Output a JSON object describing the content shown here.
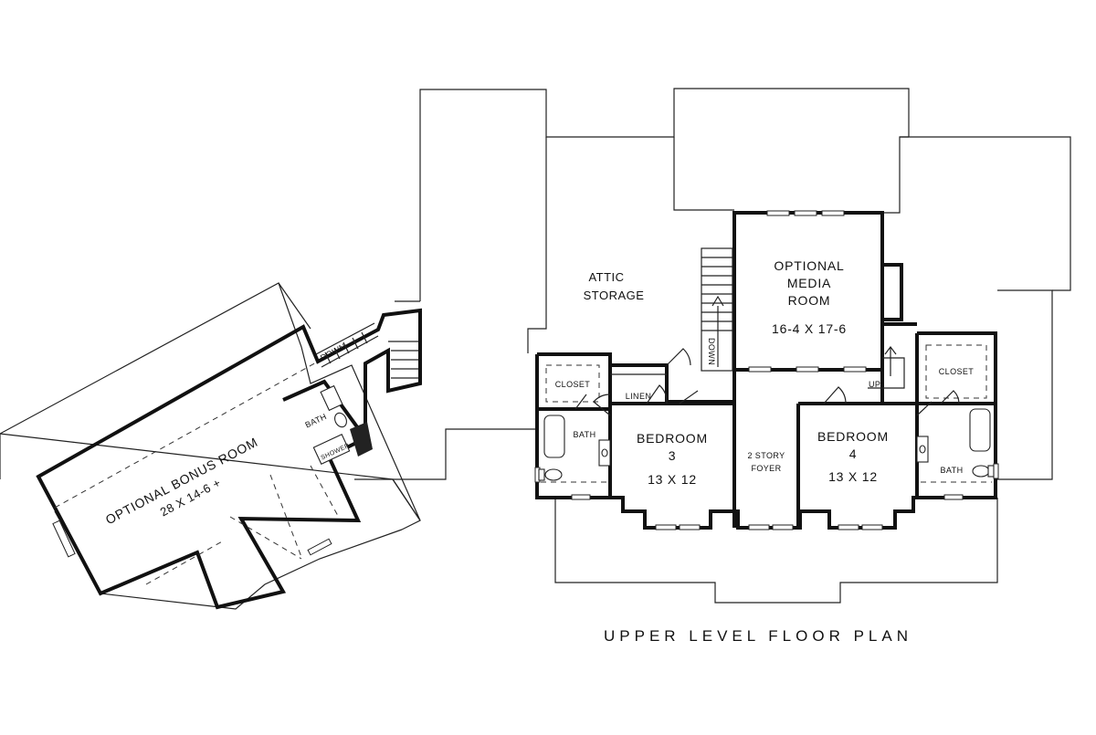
{
  "plan_title": "UPPER LEVEL FLOOR PLAN",
  "rooms": {
    "bonus_room": {
      "name": "OPTIONAL BONUS ROOM",
      "size": "28 X 14-6 +"
    },
    "attic": {
      "line1": "ATTIC",
      "line2": "STORAGE"
    },
    "media_room": {
      "line1": "OPTIONAL",
      "line2": "MEDIA",
      "line3": "ROOM",
      "size": "16-4 X 17-6"
    },
    "bedroom3": {
      "line1": "BEDROOM",
      "line2": "3",
      "size": "13 X 12"
    },
    "bedroom4": {
      "line1": "BEDROOM",
      "line2": "4",
      "size": "13 X 12"
    },
    "foyer": {
      "line1": "2 STORY",
      "line2": "FOYER"
    },
    "closet_left": "CLOSET",
    "closet_right": "CLOSET",
    "linen": "LINEN",
    "bath_left": "BATH",
    "bath_right": "BATH",
    "bath_bonus": "BATH",
    "shower_bonus": "SHOWER"
  },
  "stairs": {
    "down_bonus": "DOWN",
    "down_main": "DOWN",
    "up_main": "UP"
  }
}
